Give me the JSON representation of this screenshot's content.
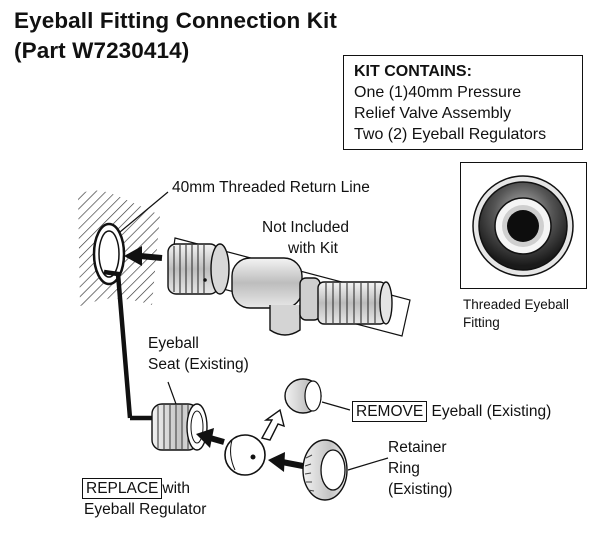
{
  "title": {
    "line1": "Eyeball Fitting Connection Kit",
    "line2": "(Part W7230414)"
  },
  "kit_contains": {
    "header": "KIT CONTAINS:",
    "line1": "One (1)40mm Pressure",
    "line2": "Relief Valve Assembly",
    "line3": "Two (2) Eyeball Regulators"
  },
  "fitting_caption": {
    "line1": "Threaded Eyeball",
    "line2": "Fitting"
  },
  "labels": {
    "return_line": "40mm Threaded Return Line",
    "not_included_1": "Not Included",
    "not_included_2": "with Kit",
    "eyeball_seat_1": "Eyeball",
    "eyeball_seat_2": "Seat (Existing)",
    "remove_box": "REMOVE",
    "remove_rest": "Eyeball (Existing)",
    "retainer_1": "Retainer",
    "retainer_2": "Ring",
    "retainer_3": "(Existing)",
    "replace_box": "REPLACE",
    "replace_rest": "with",
    "replace_2": "Eyeball Regulator"
  }
}
